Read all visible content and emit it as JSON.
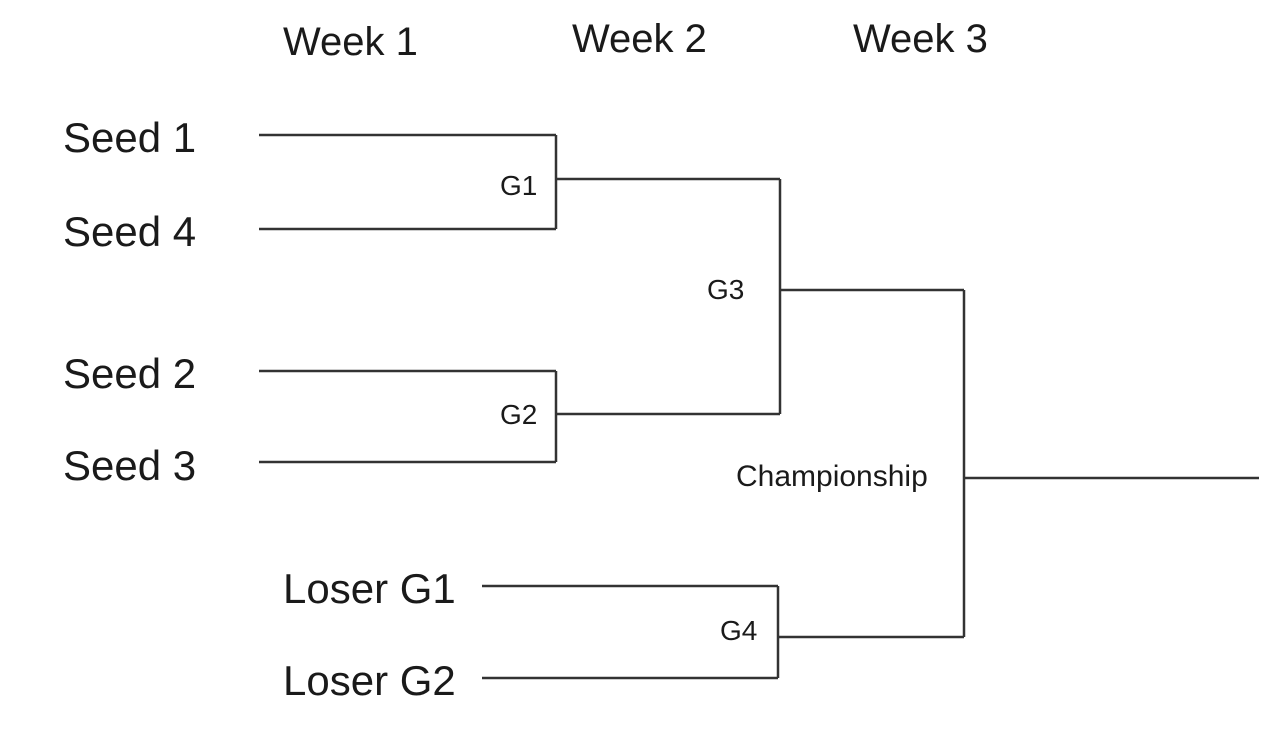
{
  "weeks": [
    "Week 1",
    "Week 2",
    "Week 3"
  ],
  "entrants": {
    "seed_1": "Seed 1",
    "seed_4": "Seed 4",
    "seed_2": "Seed 2",
    "seed_3": "Seed 3",
    "loser_g1": "Loser G1",
    "loser_g2": "Loser G2"
  },
  "games": {
    "g1": "G1",
    "g2": "G2",
    "g3": "G3",
    "g4": "G4",
    "championship": "Championship"
  },
  "colors": {
    "line": "#333333",
    "text": "#1a1a1a",
    "background": "#ffffff"
  }
}
